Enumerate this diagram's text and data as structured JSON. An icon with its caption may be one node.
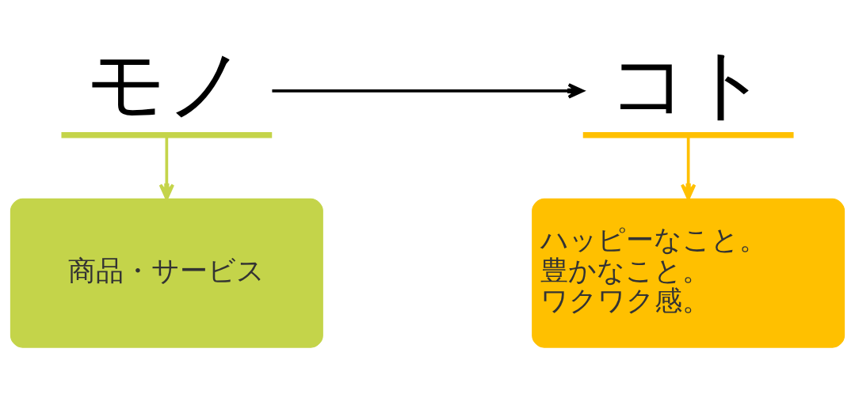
{
  "diagram": {
    "nodes": [
      {
        "text": [
          "モノ"
        ]
      },
      {
        "text": [
          "コト"
        ]
      },
      {
        "text": [
          "商品・サービス"
        ]
      },
      {
        "text": [
          "ハッピーなこと。",
          "豊かなこと。",
          "ワクワク感。"
        ]
      }
    ],
    "edges": [
      {
        "from": 0,
        "to": 1,
        "arrow": "to"
      },
      {
        "from": 0,
        "to": 2,
        "arrow": "to",
        "color": "#c4d44a"
      },
      {
        "from": 1,
        "to": 3,
        "arrow": "to",
        "color": "#ffc000"
      }
    ]
  }
}
